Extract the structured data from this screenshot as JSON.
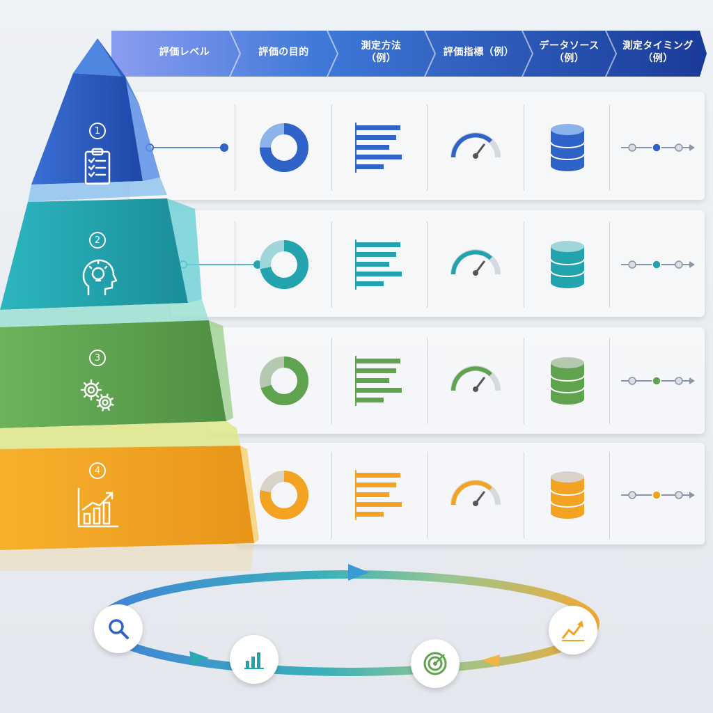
{
  "header": {
    "columns": [
      "評価レベル",
      "評価の目的",
      "測定方法\n（例）",
      "評価指標（例）",
      "データソース\n（例）",
      "測定タイミング\n（例）"
    ]
  },
  "levels": [
    {
      "number": "1",
      "icon": "clipboard-checklist-icon",
      "color": "#2f63c8",
      "light": "#8db3ec",
      "donut": 0.75
    },
    {
      "number": "2",
      "icon": "head-lightbulb-icon",
      "color": "#23a3ad",
      "light": "#9fd6da",
      "donut": 0.72
    },
    {
      "number": "3",
      "icon": "gears-icon",
      "color": "#5fa34f",
      "light": "#b5c9b0",
      "donut": 0.7
    },
    {
      "number": "4",
      "icon": "growth-chart-icon",
      "color": "#f2a322",
      "light": "#d8d2c8",
      "donut": 0.78
    }
  ],
  "row_icons": [
    "donut-chart-icon",
    "horizontal-bar-chart-icon",
    "gauge-icon",
    "database-icon",
    "timeline-icon"
  ],
  "cycle_icons": [
    "search-icon",
    "bar-chart-icon",
    "target-icon",
    "trend-up-icon"
  ],
  "colors": {
    "header_start": "#7a8ee8",
    "header_end": "#1d3f9c",
    "blue": "#2f63c8",
    "teal": "#23a3ad",
    "green": "#5fa34f",
    "orange": "#f2a322"
  }
}
